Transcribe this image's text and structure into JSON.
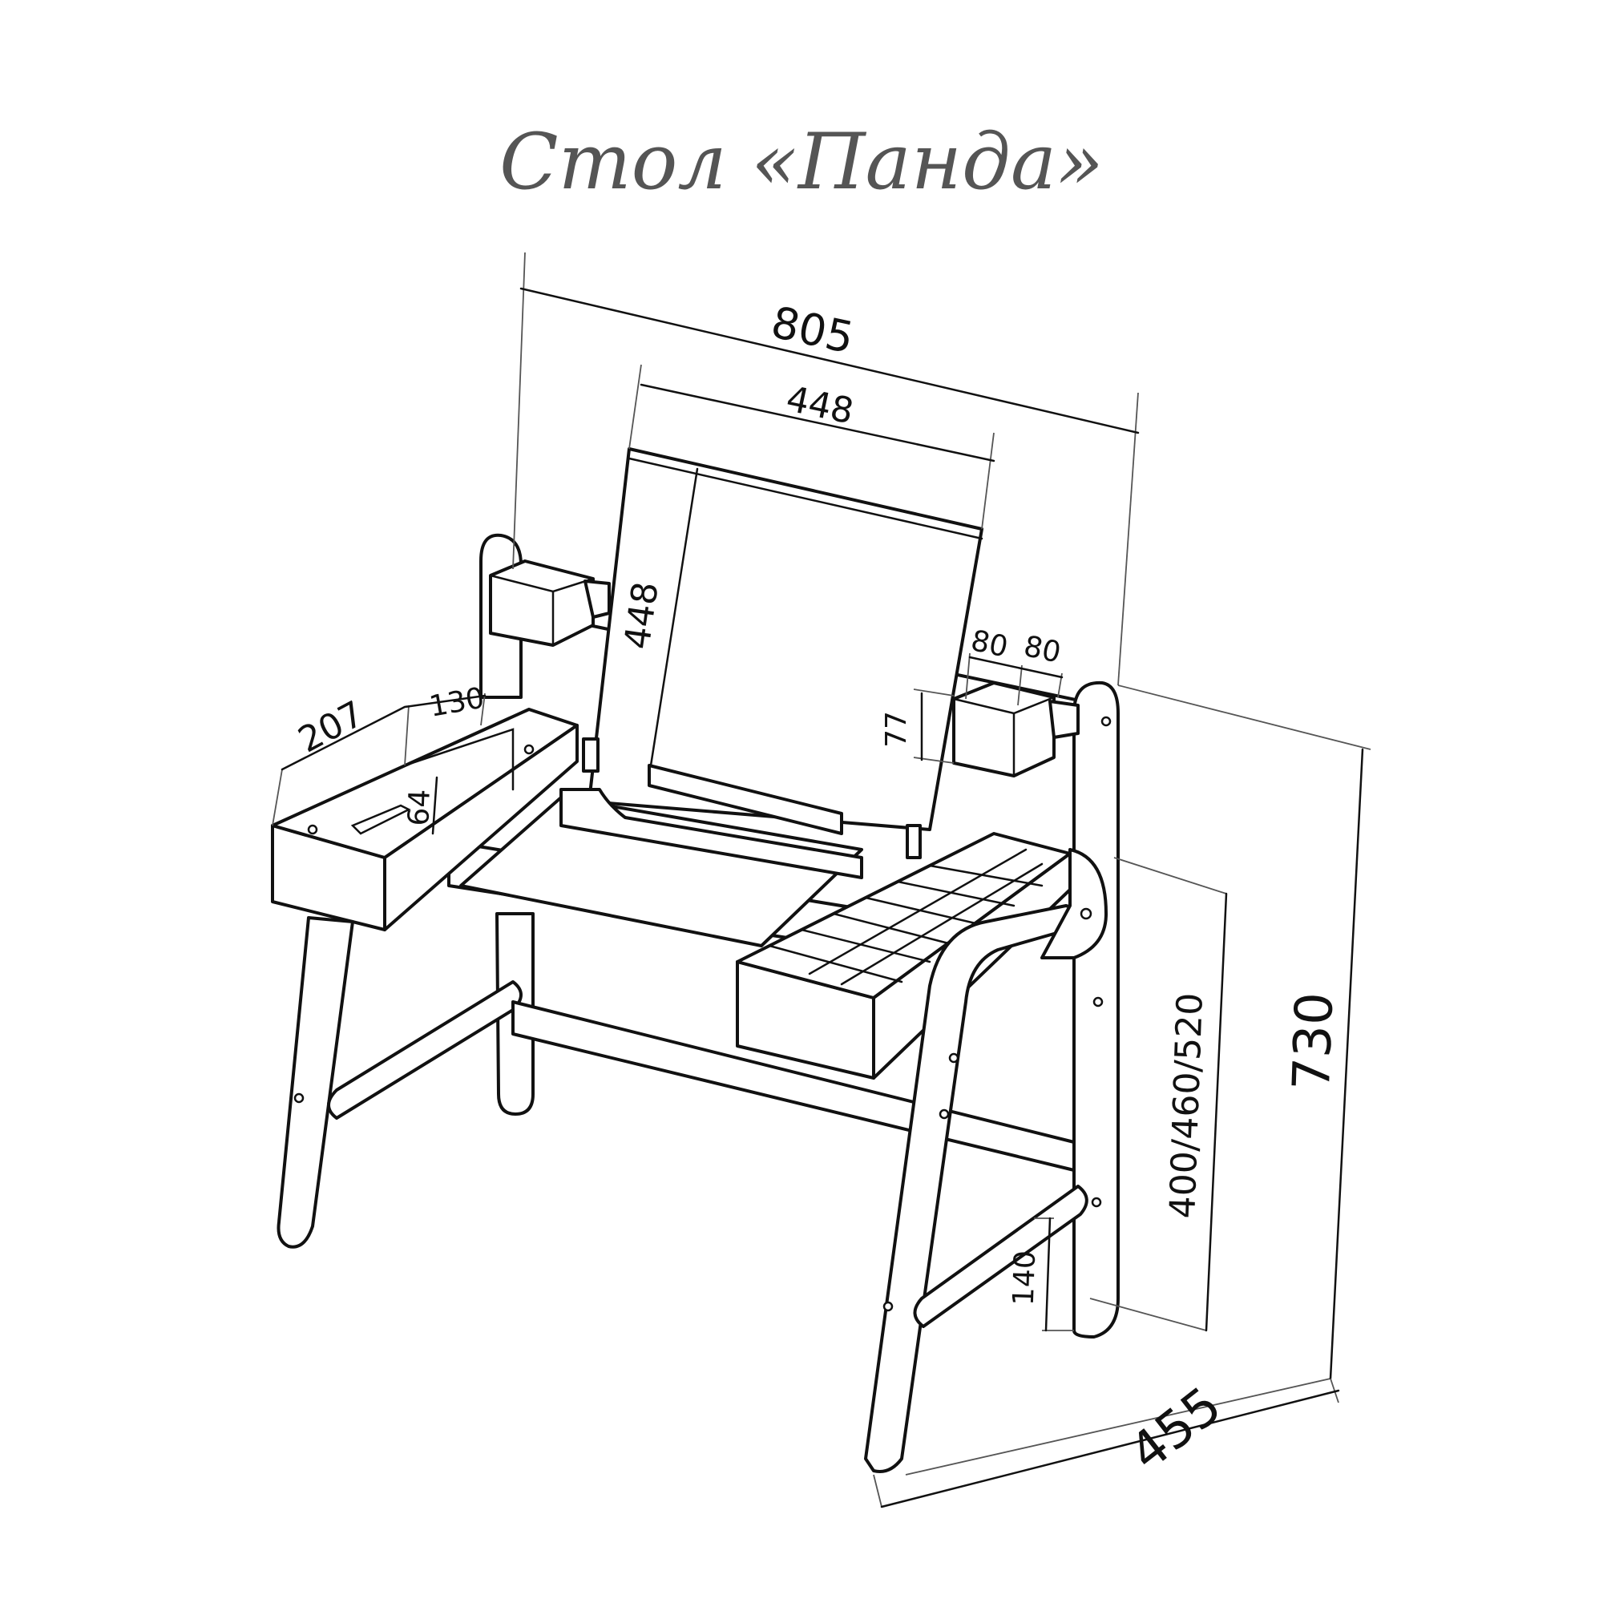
{
  "title": "Стол «Панда»",
  "dimensions": {
    "total_width": "805",
    "board_width": "448",
    "board_height": "448",
    "cup_width_a": "80",
    "cup_width_b": "80",
    "cup_height": "77",
    "left_box_length": "207",
    "left_box_depth": "130",
    "left_box_height": "64",
    "table_height": "730",
    "seat_heights": "400/460/520",
    "crossbar_height": "140",
    "depth": "455"
  },
  "colors": {
    "title": "#555555",
    "line": "#111111"
  }
}
